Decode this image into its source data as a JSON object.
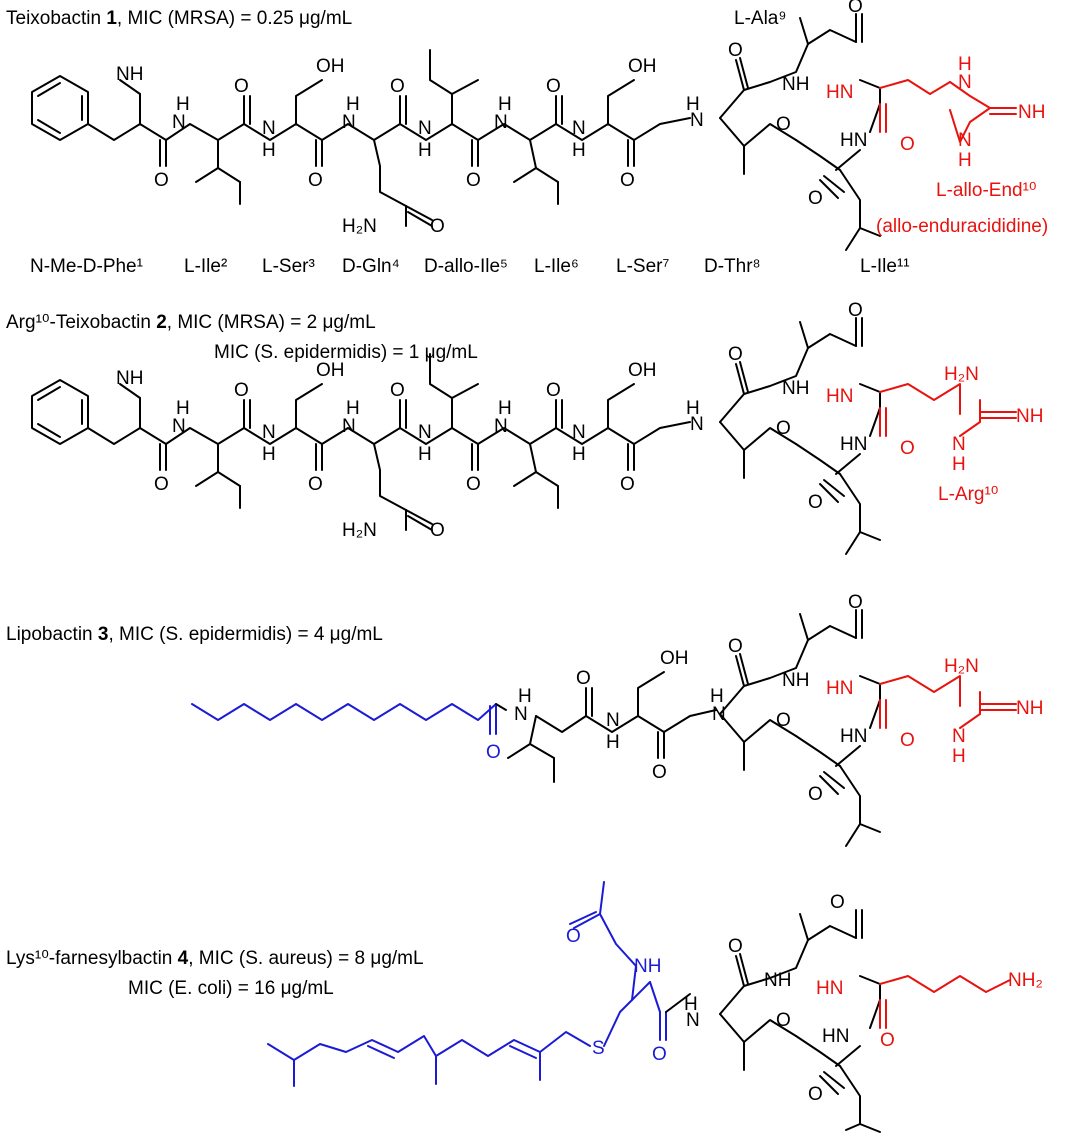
{
  "colors": {
    "core": "#000000",
    "variable_residue": "#e8130f",
    "tail": "#1b1bd6"
  },
  "compound1": {
    "name": "Teixobactin",
    "number": "1",
    "activity": ", MIC (MRSA) = 0.25 μg/mL",
    "residues": {
      "phe": "N-Me-D-Phe¹",
      "ile2": "L-Ile²",
      "ser3": "L-Ser³",
      "gln4": "D-Gln⁴",
      "ile5": "D-allo-Ile⁵",
      "ile6": "L-Ile⁶",
      "ser7": "L-Ser⁷",
      "thr8": "D-Thr⁸",
      "ala9": "L-Ala⁹",
      "end10": "L-allo-End¹⁰",
      "end10_note": "(allo-enduracididine)",
      "ile11": "L-Ile¹¹"
    }
  },
  "compound2": {
    "name": "Arg¹⁰-Teixobactin",
    "number": "2",
    "activity1": ", MIC (MRSA) = 2 μg/mL",
    "activity2": "MIC (S. epidermidis) = 1 μg/mL",
    "residue10": "L-Arg¹⁰"
  },
  "compound3": {
    "name": "Lipobactin",
    "number": "3",
    "activity": ", MIC (S. epidermidis) = 4 μg/mL"
  },
  "compound4": {
    "name": "Lys¹⁰-farnesylbactin",
    "number": "4",
    "activity1": ", MIC (S. aureus) = 8 μg/mL",
    "activity2": "MIC (E. coli) = 16 μg/mL"
  },
  "atoms": {
    "nh": "NH",
    "hn": "HN",
    "h": "H",
    "n": "N",
    "o": "O",
    "oh": "OH",
    "h2n": "H₂N",
    "nh2": "NH₂",
    "s": "S"
  }
}
